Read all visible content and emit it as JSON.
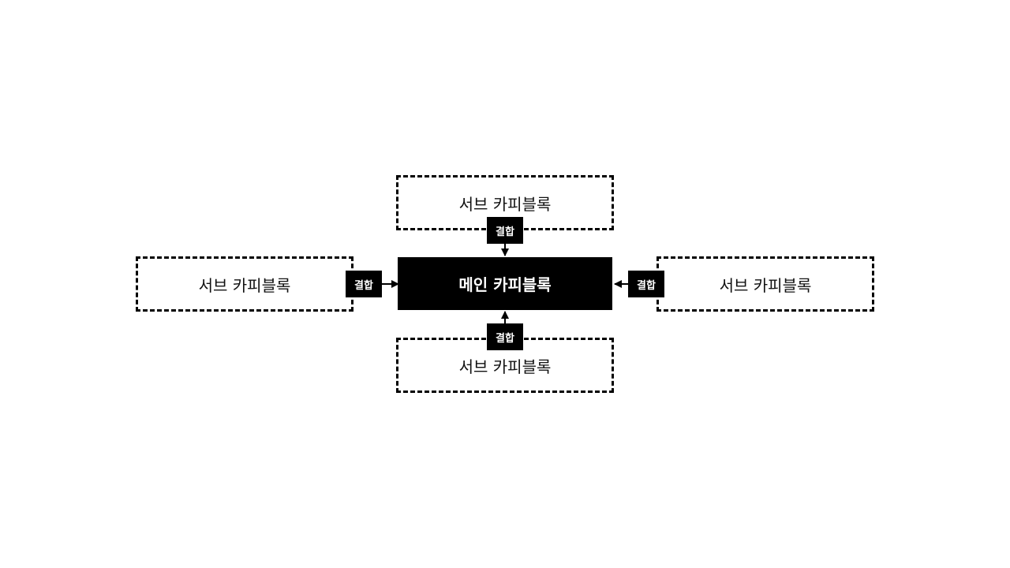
{
  "diagram": {
    "main_block": {
      "label": "메인 카피블록"
    },
    "sub_blocks": {
      "top": {
        "label": "서브 카피블록"
      },
      "left": {
        "label": "서브 카피블록"
      },
      "right": {
        "label": "서브 카피블록"
      },
      "bottom": {
        "label": "서브 카피블록"
      }
    },
    "connectors": {
      "top": {
        "label": "결합"
      },
      "left": {
        "label": "결합"
      },
      "right": {
        "label": "결합"
      },
      "bottom": {
        "label": "결합"
      }
    },
    "colors": {
      "line": "#000000",
      "main_fill": "#000000",
      "main_text": "#ffffff",
      "background": "#ffffff"
    }
  }
}
